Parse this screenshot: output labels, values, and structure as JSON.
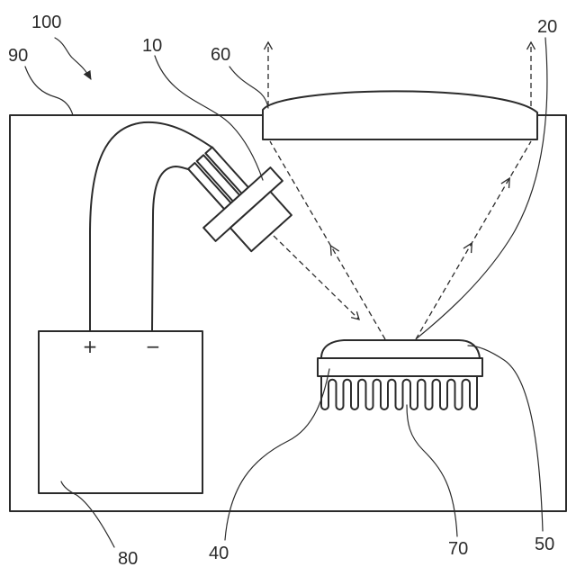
{
  "colors": {
    "line": "#2b2b2b",
    "background": "#ffffff"
  },
  "labels": {
    "system": "100",
    "housing": "90",
    "laser_module": "10",
    "lens": "60",
    "dome": "20",
    "plate": "40",
    "fins": "70",
    "dome_side": "50",
    "power_box": "80"
  },
  "power_box": {
    "positive": "+",
    "negative": "−"
  }
}
